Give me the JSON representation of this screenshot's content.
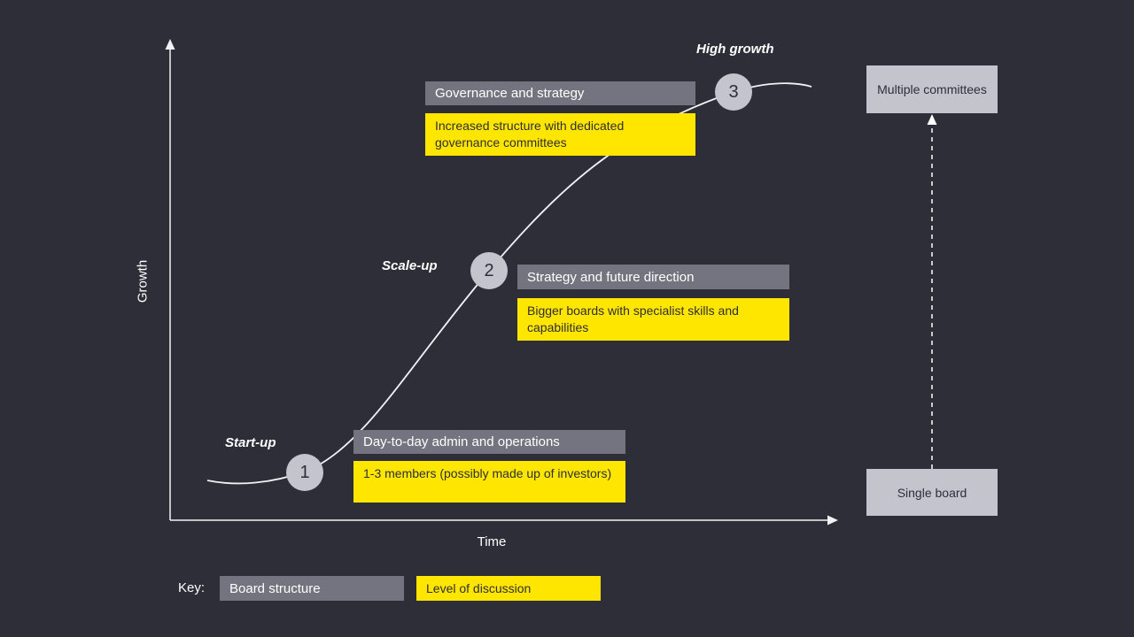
{
  "colors": {
    "background": "#2e2e38",
    "gray_box": "#747480",
    "yellow_box": "#ffe600",
    "light_gray": "#c4c4cd",
    "dark_text": "#2e2e38",
    "line": "#f2f2f5"
  },
  "axes": {
    "y_label": "Growth",
    "x_label": "Time"
  },
  "stages": [
    {
      "number": "1",
      "label": "Start-up",
      "board_structure": "Day-to-day admin and operations",
      "level_of_discussion": "1-3 members (possibly made up of investors)"
    },
    {
      "number": "2",
      "label": "Scale-up",
      "board_structure": "Strategy and future direction",
      "level_of_discussion": "Bigger boards with specialist skills and capabilities"
    },
    {
      "number": "3",
      "label": "High growth",
      "board_structure": "Governance and strategy",
      "level_of_discussion": "Increased structure with dedicated governance committees"
    }
  ],
  "right_scale": {
    "top_box": "Multiple committees",
    "bottom_box": "Single board"
  },
  "key": {
    "label": "Key:",
    "board_structure": "Board structure",
    "level_of_discussion": "Level of discussion"
  }
}
